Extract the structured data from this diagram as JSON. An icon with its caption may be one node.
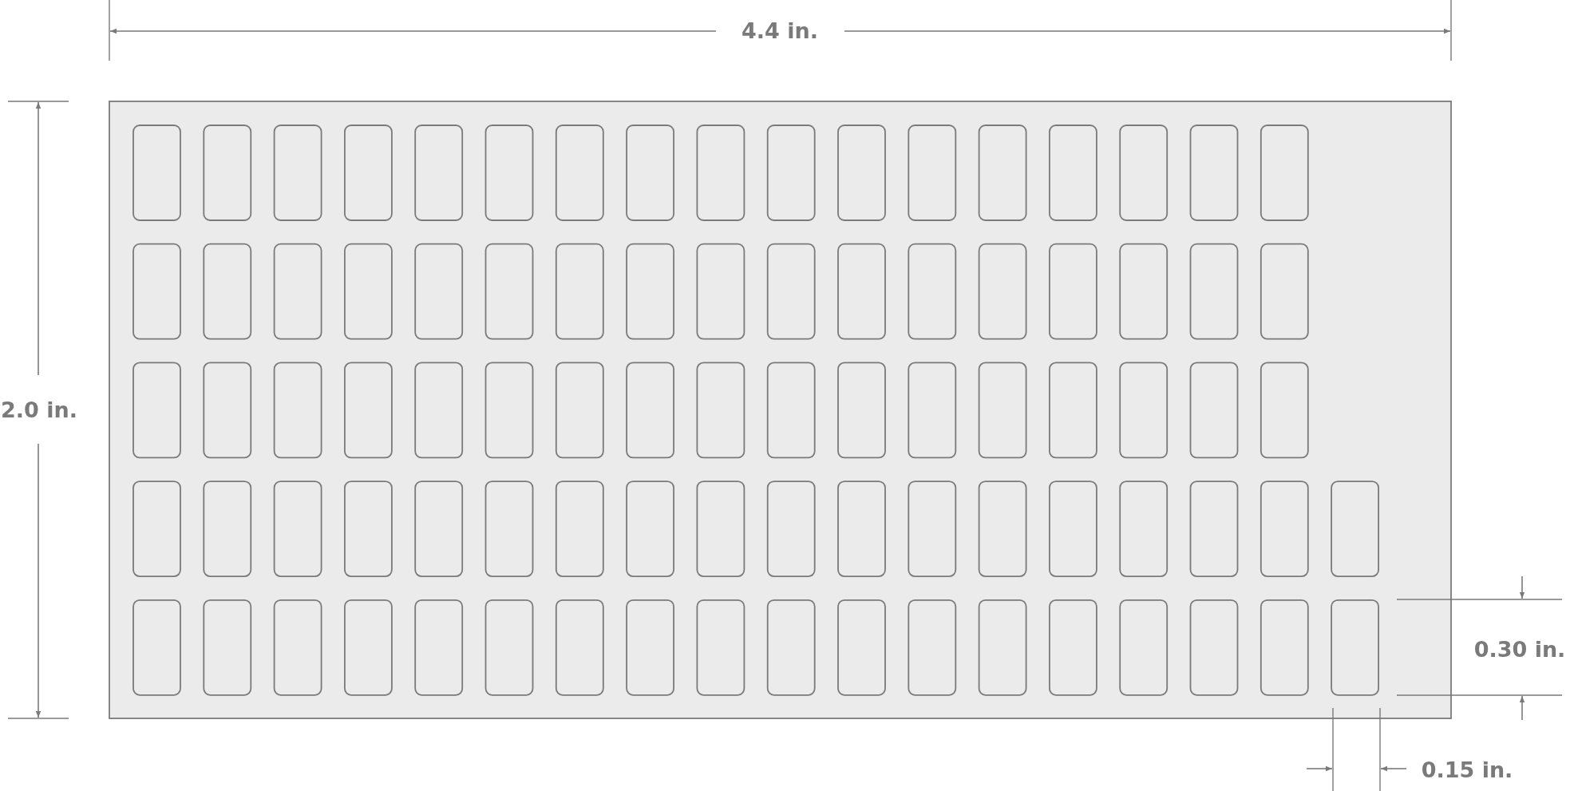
{
  "diagram": {
    "labels": [
      "4.4 in.",
      "2.0 in.",
      "0.30 in.",
      "0.15 in."
    ]
  }
}
